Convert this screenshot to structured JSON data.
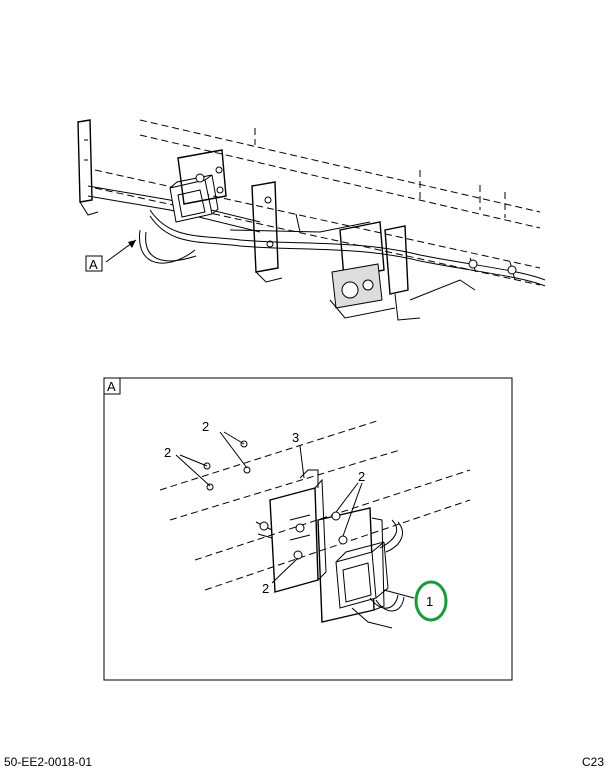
{
  "view_label": "A",
  "detail_label": "A",
  "callouts": {
    "c1": "1",
    "c2a": "2",
    "c2b": "2",
    "c2c": "2",
    "c2d": "2",
    "c3": "3"
  },
  "highlight_color": "#1a9a3a",
  "footer": {
    "doc_id": "50-EE2-0018-01",
    "page_code": "C23"
  }
}
